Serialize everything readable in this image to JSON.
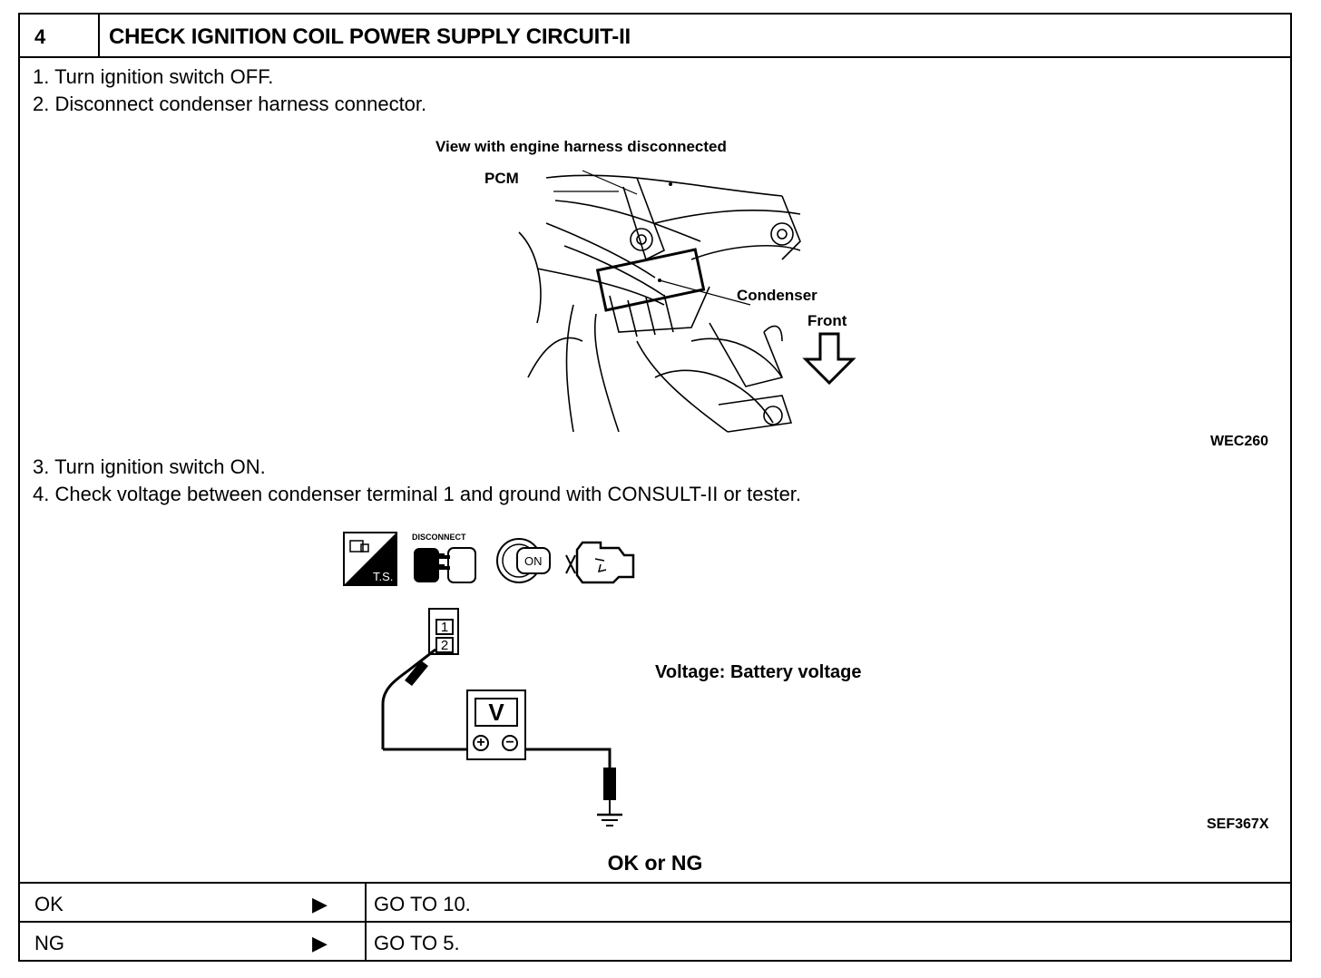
{
  "header": {
    "step_number": "4",
    "title": "CHECK IGNITION COIL POWER SUPPLY CIRCUIT-II"
  },
  "steps_part1": [
    "1.  Turn ignition switch OFF.",
    "2.  Disconnect condenser harness connector."
  ],
  "figure1": {
    "caption": "View with engine harness disconnected",
    "label_pcm": "PCM",
    "label_condenser": "Condenser",
    "label_front": "Front",
    "code": "WEC260"
  },
  "steps_part2": [
    "3.  Turn ignition switch ON.",
    "4.  Check voltage between condenser terminal 1 and ground with CONSULT-II or tester."
  ],
  "figure2": {
    "icon_ts_text": "T.S.",
    "icon_disconnect_text": "DISCONNECT",
    "icon_on_text": "ON",
    "terminal_1": "1",
    "terminal_2": "2",
    "meter_label": "V",
    "voltage_spec": "Voltage: Battery voltage",
    "code": "SEF367X"
  },
  "result_prompt": "OK or NG",
  "results": [
    {
      "result": "OK",
      "arrow": "▶",
      "action": "GO TO 10."
    },
    {
      "result": "NG",
      "arrow": "▶",
      "action": "GO TO 5."
    }
  ]
}
